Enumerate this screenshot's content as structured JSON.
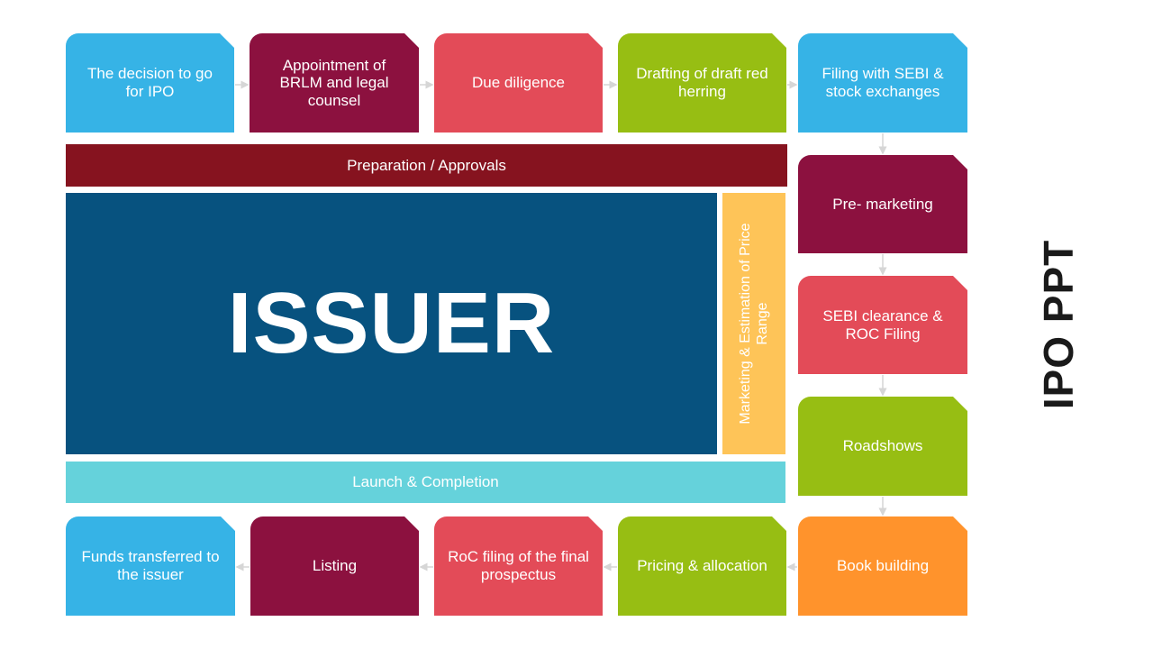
{
  "title": "IPO PPT",
  "center": {
    "label": "ISSUER"
  },
  "bands": {
    "preparation": "Preparation / Approvals",
    "launch": "Launch & Completion",
    "marketing": "Marketing & Estimation of Price Range"
  },
  "steps": {
    "decision": "The decision to go for IPO",
    "appointment": "Appointment of BRLM and legal counsel",
    "due_diligence": "Due diligence",
    "drafting": "Drafting of draft red herring",
    "filing": "Filing with SEBI & stock exchanges",
    "pre_marketing": "Pre- marketing",
    "sebi_clearance": "SEBI clearance & ROC Filing",
    "roadshows": "Roadshows",
    "book_building": "Book building",
    "pricing": "Pricing & allocation",
    "roc_filing": "RoC filing of the final prospectus",
    "listing": "Listing",
    "funds": "Funds transferred to the issuer"
  },
  "colors": {
    "blue": "#36b3e6",
    "maroon": "#8c113f",
    "red": "#e34b58",
    "green": "#97be13",
    "orange": "#ff932c",
    "dark_red_band": "#86131f",
    "teal_band": "#65d2db",
    "issuer_blue": "#07527f",
    "yellow_bar": "#fec458"
  }
}
